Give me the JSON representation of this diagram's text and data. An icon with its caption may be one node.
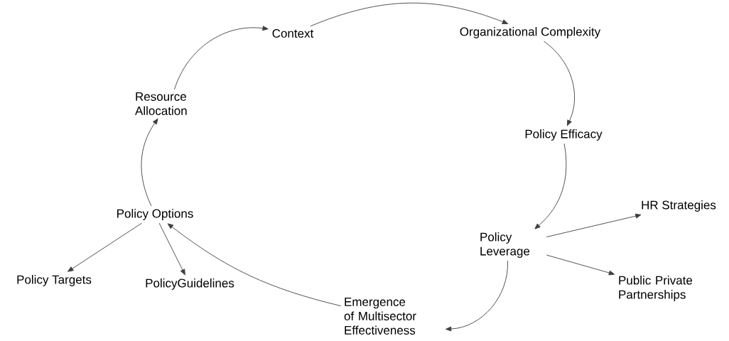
{
  "diagram": {
    "nodes": [
      {
        "text": [
          "Context"
        ]
      },
      {
        "text": [
          "Organizational Complexity"
        ]
      },
      {
        "text": [
          "Policy Efficacy"
        ]
      },
      {
        "text": [
          "Policy Leverage"
        ]
      },
      {
        "text": [
          "HR Strategies"
        ]
      },
      {
        "text": [
          "Public Private Partnerships"
        ]
      },
      {
        "text": [
          "Emergence of Multisector Effectiveness"
        ]
      },
      {
        "text": [
          "Policy Options"
        ]
      },
      {
        "text": [
          "Policy Targets"
        ]
      },
      {
        "text": [
          "PolicyGuidelines"
        ]
      },
      {
        "text": [
          "Resource Allocation"
        ]
      }
    ],
    "edges": [
      {
        "from": 0,
        "to": 1,
        "arrow": "to"
      },
      {
        "from": 1,
        "to": 2,
        "arrow": "to"
      },
      {
        "from": 2,
        "to": 3,
        "arrow": "to"
      },
      {
        "from": 3,
        "to": 4,
        "arrow": "to"
      },
      {
        "from": 3,
        "to": 5,
        "arrow": "to"
      },
      {
        "from": 3,
        "to": 6,
        "arrow": "to"
      },
      {
        "from": 6,
        "to": 7,
        "arrow": "to"
      },
      {
        "from": 7,
        "to": 8,
        "arrow": "to"
      },
      {
        "from": 7,
        "to": 9,
        "arrow": "to"
      },
      {
        "from": 7,
        "to": 10,
        "arrow": "to"
      },
      {
        "from": 10,
        "to": 0,
        "arrow": "to"
      }
    ]
  }
}
